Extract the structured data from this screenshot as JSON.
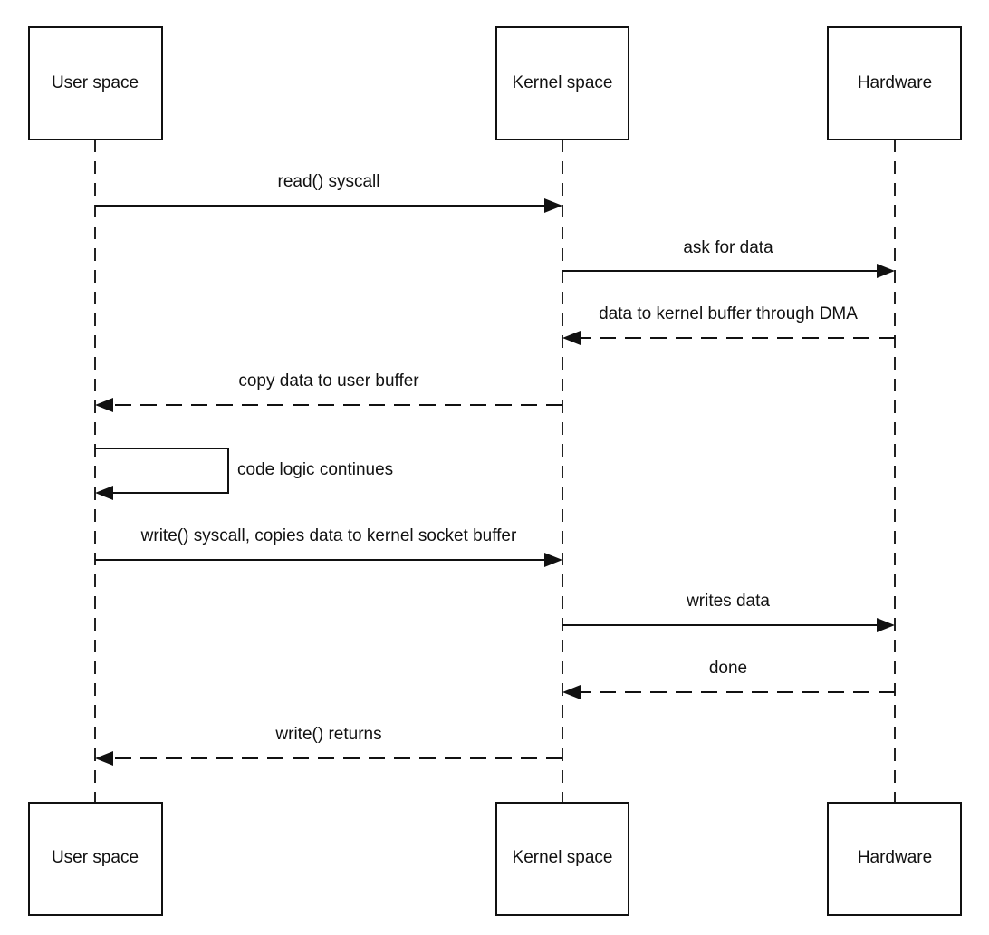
{
  "participants": [
    {
      "id": "user",
      "label": "User space"
    },
    {
      "id": "kernel",
      "label": "Kernel space"
    },
    {
      "id": "hardware",
      "label": "Hardware"
    }
  ],
  "messages": [
    {
      "from": "user",
      "to": "kernel",
      "label": "read() syscall",
      "style": "solid"
    },
    {
      "from": "kernel",
      "to": "hardware",
      "label": "ask for data",
      "style": "solid"
    },
    {
      "from": "hardware",
      "to": "kernel",
      "label": "data to kernel buffer through DMA",
      "style": "dashed"
    },
    {
      "from": "kernel",
      "to": "user",
      "label": "copy data to user buffer",
      "style": "dashed"
    },
    {
      "from": "user",
      "to": "user",
      "label": "code logic continues",
      "style": "solid"
    },
    {
      "from": "user",
      "to": "kernel",
      "label": "write() syscall, copies data to kernel socket buffer",
      "style": "solid"
    },
    {
      "from": "kernel",
      "to": "hardware",
      "label": "writes data",
      "style": "solid"
    },
    {
      "from": "hardware",
      "to": "kernel",
      "label": "done",
      "style": "dashed"
    },
    {
      "from": "kernel",
      "to": "user",
      "label": "write() returns",
      "style": "dashed"
    }
  ]
}
